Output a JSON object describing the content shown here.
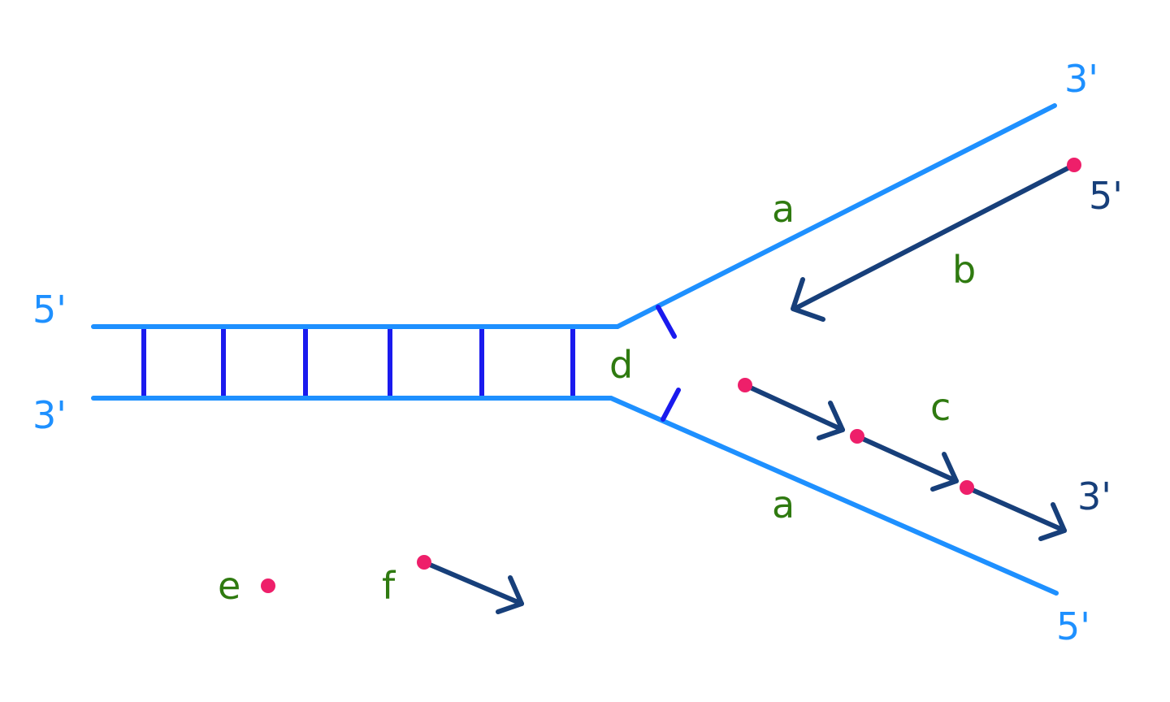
{
  "colors": {
    "template_strand": "#1e90ff",
    "base_pair": "#1a1aee",
    "new_strand": "#173f7a",
    "primer_dot": "#ee1f6a",
    "letter_label": "#2f7a10",
    "end_label_template": "#1e90ff",
    "end_label_new": "#173f7a"
  },
  "labels": {
    "left_top_5": "5'",
    "left_bottom_3": "3'",
    "top_right_3": "3'",
    "bottom_right_5": "5'",
    "leading_5": "5'",
    "lagging_3": "3'",
    "a_top": "a",
    "a_bottom": "a",
    "b": "b",
    "c": "c",
    "d": "d",
    "e": "e",
    "f": "f"
  }
}
